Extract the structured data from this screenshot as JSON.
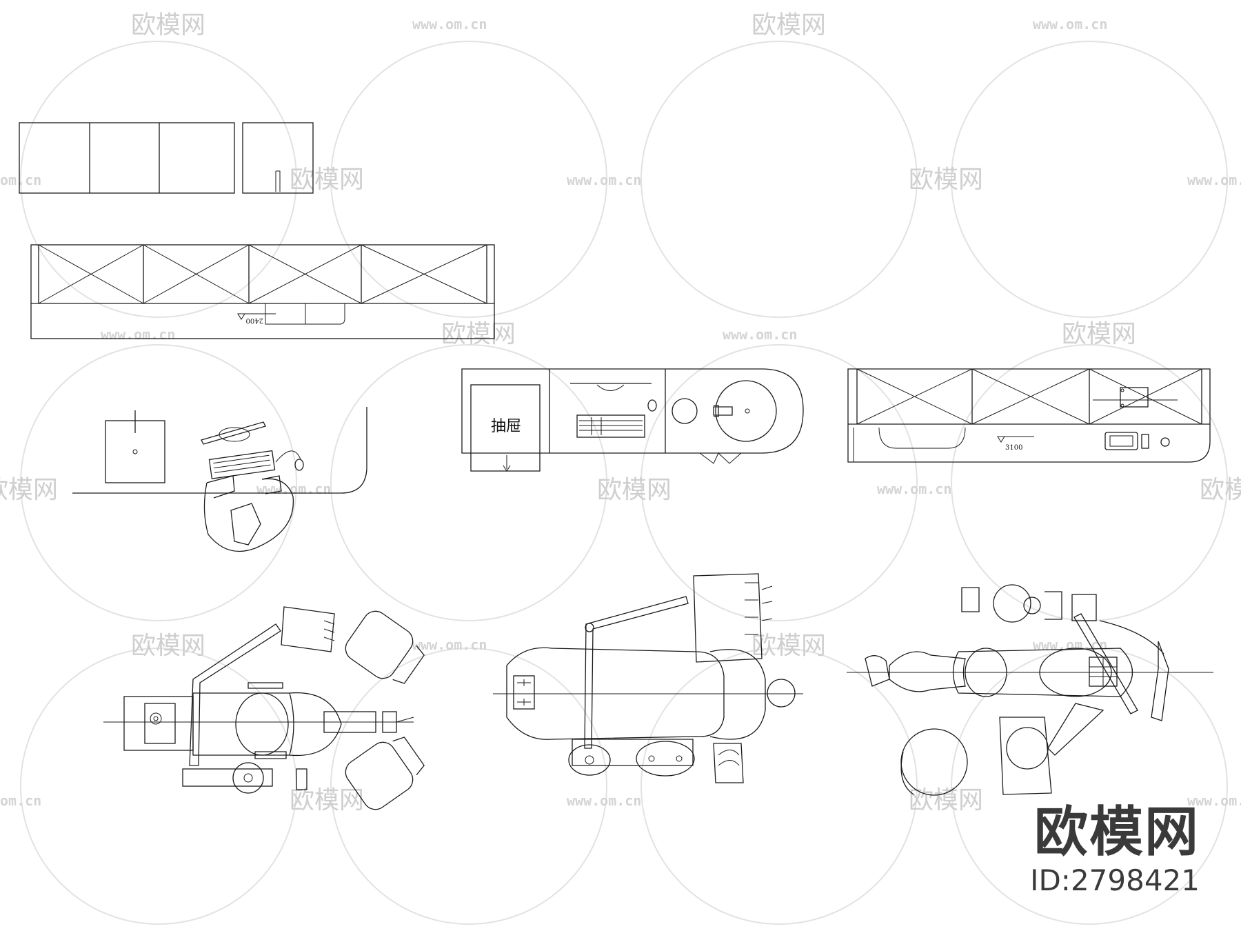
{
  "watermark": {
    "brand": "欧模网",
    "url": "www.om.cn",
    "short_url": "om.cn",
    "partial_brand": "欧模网"
  },
  "labels": {
    "drawer": "抽屉",
    "dim_left": "2400",
    "dim_right": "3100"
  },
  "brand_block": {
    "logo": "欧模网",
    "id": "ID:2798421"
  },
  "colors": {
    "line": "#1a1a1a",
    "watermark": "#cfcfcf",
    "brand": "#3a3a3a"
  }
}
